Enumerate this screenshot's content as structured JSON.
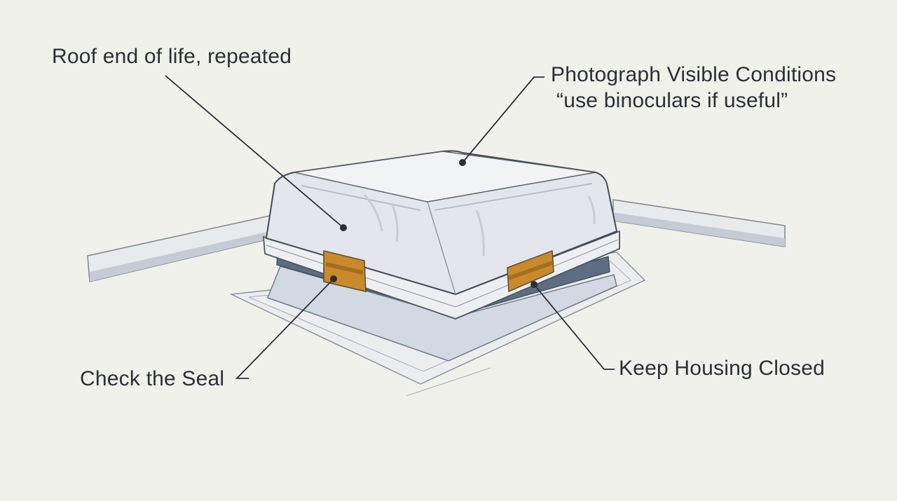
{
  "callouts": {
    "roof": "Roof end of life, repeated",
    "photo_title": "Photograph Visible Conditions",
    "photo_note": "“use binoculars if useful”",
    "seal": "Check the Seal",
    "housing": "Keep Housing Closed"
  },
  "colors": {
    "background": "#f1f1ec",
    "ink": "#2c2f33",
    "housing": "#e3e6ec",
    "gasket": "#6f7c8f",
    "latch": "#c98a2e"
  }
}
